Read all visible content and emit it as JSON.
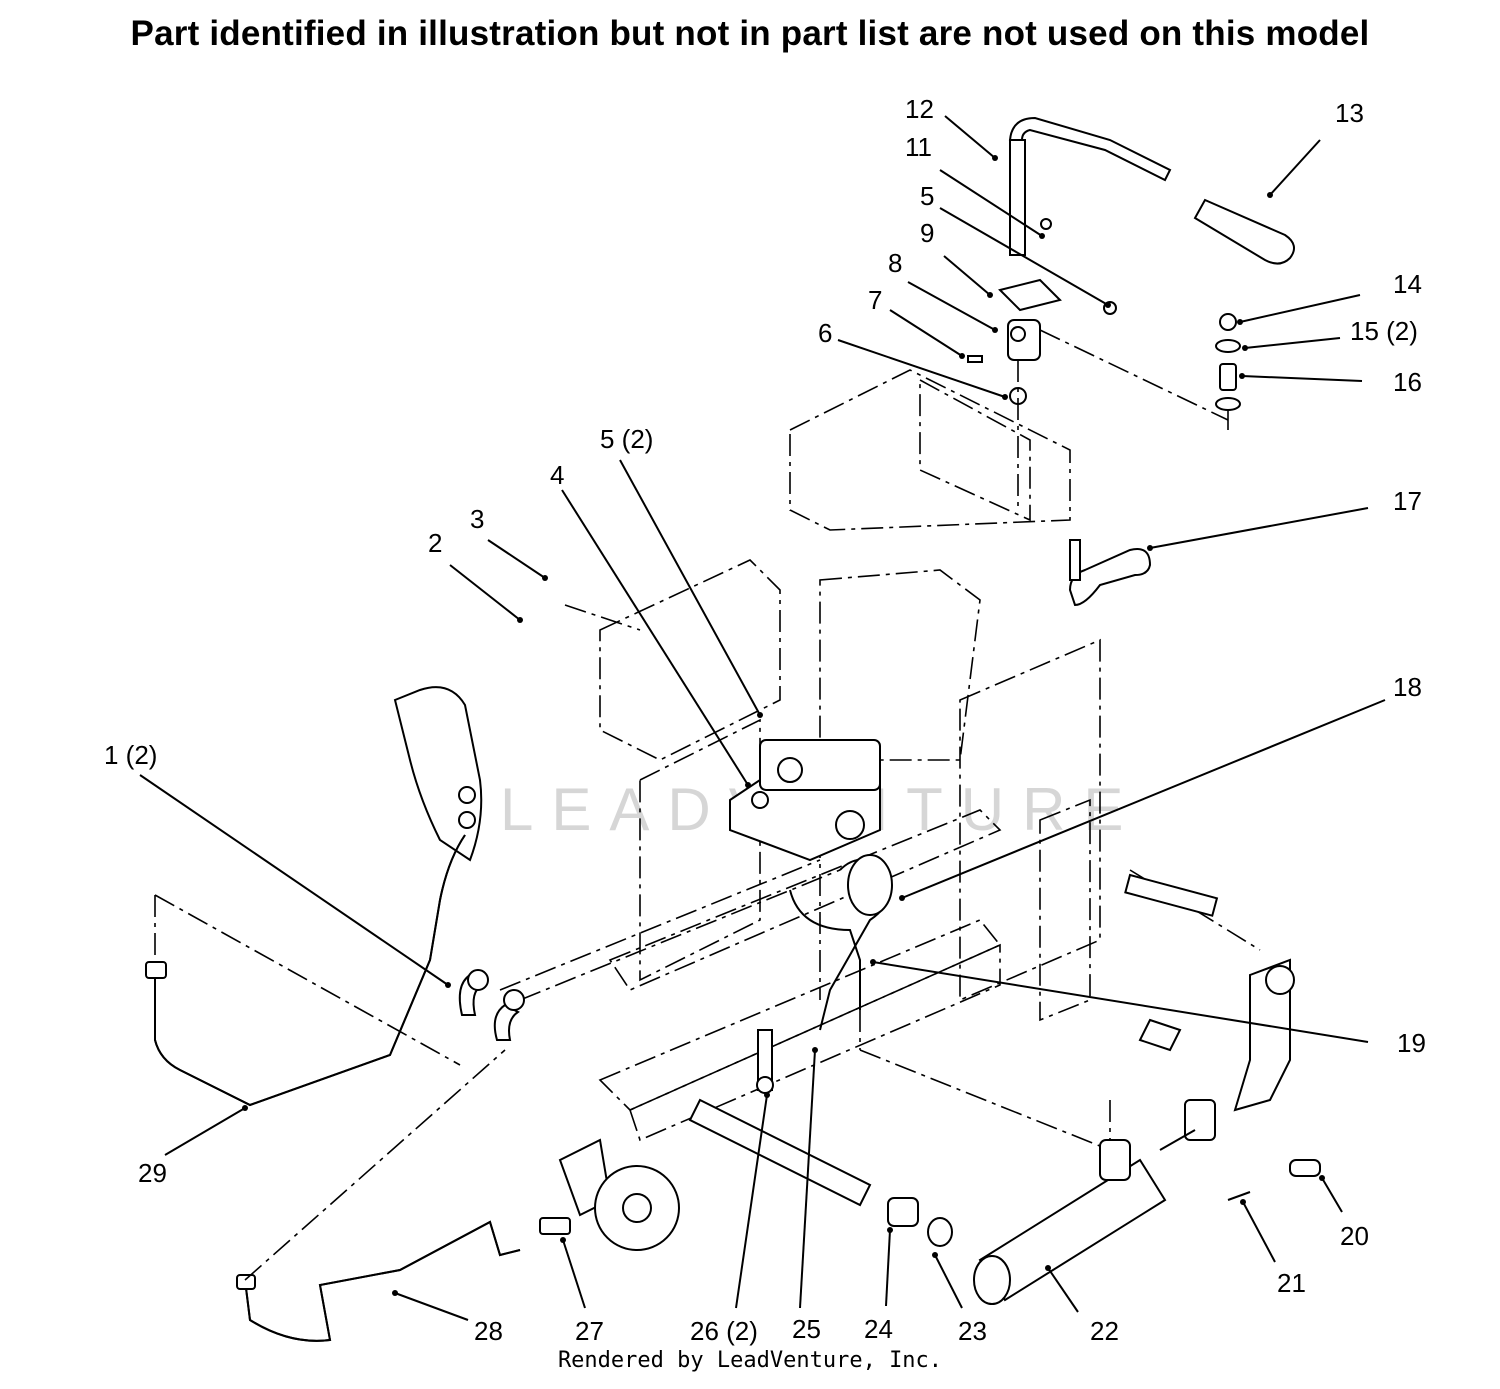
{
  "heading": "Part identified in illustration but not in part list are not used on this model",
  "footer": "Rendered by LeadVenture, Inc.",
  "watermark": "LEADVENTURE",
  "callouts": {
    "c1": "1 (2)",
    "c2": "2",
    "c3": "3",
    "c4": "4",
    "c5": "5",
    "c5b": "5 (2)",
    "c6": "6",
    "c7": "7",
    "c8": "8",
    "c9": "9",
    "c11": "11",
    "c12": "12",
    "c13": "13",
    "c14": "14",
    "c15": "15 (2)",
    "c16": "16",
    "c17": "17",
    "c18": "18",
    "c19": "19",
    "c20": "20",
    "c21": "21",
    "c22": "22",
    "c23": "23",
    "c24": "24",
    "c25": "25",
    "c26": "26 (2)",
    "c27": "27",
    "c28": "28",
    "c29": "29"
  }
}
